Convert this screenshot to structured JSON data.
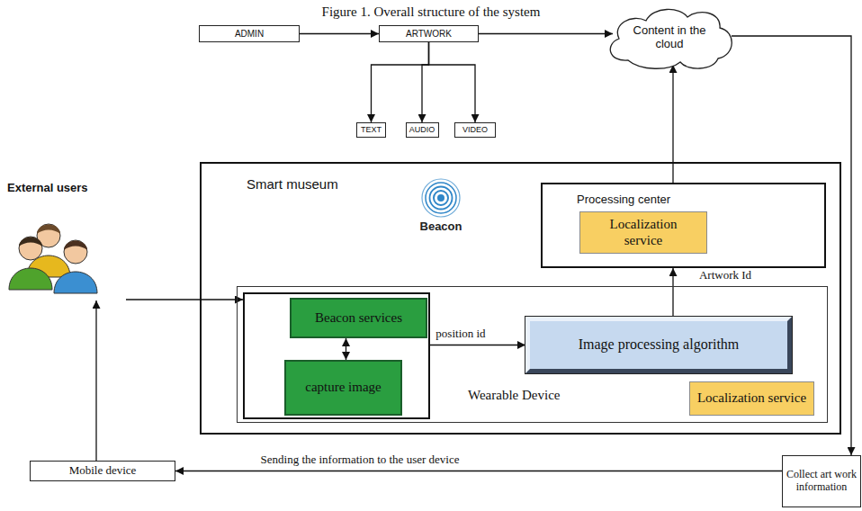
{
  "diagram": {
    "title": "Figure 1. Overall structure of the system",
    "nodes": [
      {
        "text": [
          "ADMIN"
        ]
      },
      {
        "text": [
          "ARTWORK"
        ]
      },
      {
        "text": [
          "Content in the cloud"
        ]
      },
      {
        "text": [
          "TEXT"
        ]
      },
      {
        "text": [
          "AUDIO"
        ]
      },
      {
        "text": [
          "VIDEO"
        ]
      },
      {
        "text": [
          "External users"
        ]
      },
      {
        "text": [
          "Smart museum"
        ]
      },
      {
        "text": [
          "Processing center"
        ],
        "in": 7
      },
      {
        "text": [
          "Localization service"
        ],
        "in": 8
      },
      {
        "text": [
          "Wearable Device"
        ],
        "in": 7
      },
      {
        "text": [],
        "in": 10
      },
      {
        "text": [
          "Beacon services"
        ],
        "in": 11
      },
      {
        "text": [
          "capture image"
        ],
        "in": 11
      },
      {
        "text": [
          "Image processing algorithm"
        ],
        "in": 10
      },
      {
        "text": [
          "Localization service"
        ],
        "in": 10
      },
      {
        "text": [
          "Mobile device"
        ]
      },
      {
        "text": [
          "Collect art work information"
        ]
      }
    ],
    "edges": [
      {
        "from": 0,
        "to": 1,
        "arrow": "to"
      },
      {
        "from": 1,
        "to": 2,
        "arrow": "to"
      },
      {
        "from": 1,
        "to": 3,
        "arrow": "to"
      },
      {
        "from": 1,
        "to": 4,
        "arrow": "to"
      },
      {
        "from": 1,
        "to": 5,
        "arrow": "to"
      },
      {
        "from": 12,
        "to": 13,
        "arrow": "both"
      },
      {
        "from": 11,
        "to": 14,
        "label": "position id",
        "arrow": "to"
      },
      {
        "from": 14,
        "to": 8,
        "label": "Artwork Id",
        "arrow": "to"
      },
      {
        "from": 8,
        "to": 2,
        "arrow": "to"
      },
      {
        "from": 2,
        "to": 17,
        "arrow": "to"
      },
      {
        "from": 17,
        "to": 16,
        "label": "Sending the information to the user device",
        "arrow": "to"
      },
      {
        "from": 16,
        "to": 6,
        "arrow": "to"
      },
      {
        "from": 6,
        "to": 11,
        "arrow": "to"
      }
    ],
    "labels": [
      "Beacon"
    ]
  }
}
